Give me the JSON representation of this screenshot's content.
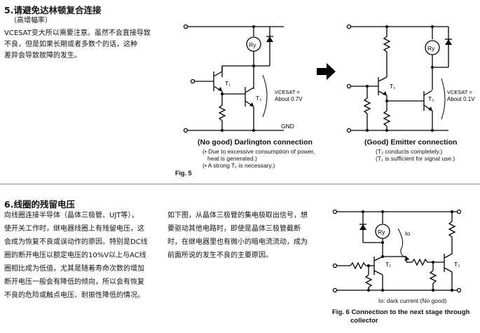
{
  "section5": {
    "heading": "5.请避免达林顿复合连接",
    "subheading": "（高增幅率）",
    "body": "VCESAT变大所以需要注意。虽然不会直接导致\n不良，但是如果长期或者多数个的话，这种\n差异会导致故障的发生。",
    "left_circuit": {
      "title": "(No good) Darlington connection",
      "notes": [
        "(• Due to excessive consumption of power,",
        "heat is generated.)",
        "(• A strong T₁ is necessary.)"
      ],
      "ry": "Ry",
      "t1": "T₁",
      "t2": "T₂",
      "vce_line1": "VCESAT =",
      "vce_line2": "About 0.7V",
      "gnd": "GND"
    },
    "right_circuit": {
      "title": "(Good) Emitter connection",
      "notes": [
        "(T₂ conducts completely.)",
        "(T₁ is sufficient for signal use.)"
      ],
      "ry": "Ry",
      "t1": "T₁",
      "t2": "T₂",
      "vce_line1": "VCESAT =",
      "vce_line2": "About 0.1V"
    },
    "fig_label": "Fig. 5"
  },
  "section6": {
    "heading": "6.线圈的残留电压",
    "body_left": "向线圈连接半导体（晶体三极管、UJT等），\n使开关工作时，继电器线圈上有残留电压，这\n会成为恢复不良或误动作的原因。特别是DC线\n圈的断开电压以额定电压的10%V以上与AC线\n圈相比成为低值，尤其是随着寿命次数的增加\n断开电压一般会有降低的倾向，所以会有恢复\n不良的危险或触点电压、耐振性降低的情况。",
    "body_mid": "如下图，从晶体三极管的集电极取出信号，想\n要驱动其他电路时，即使是晶体三极管截断\n时，在继电器里也有微小的暗电流流动，成为\n前面所说的发生不良的主要原因。",
    "circuit": {
      "ry": "Ry",
      "io": "Io",
      "t1": "T₁",
      "t2": "T₂",
      "note": "Io: dark current (No good)"
    },
    "fig_caption_line1": "Fig. 6 Connection to the next stage through",
    "fig_caption_line2": "collector"
  }
}
